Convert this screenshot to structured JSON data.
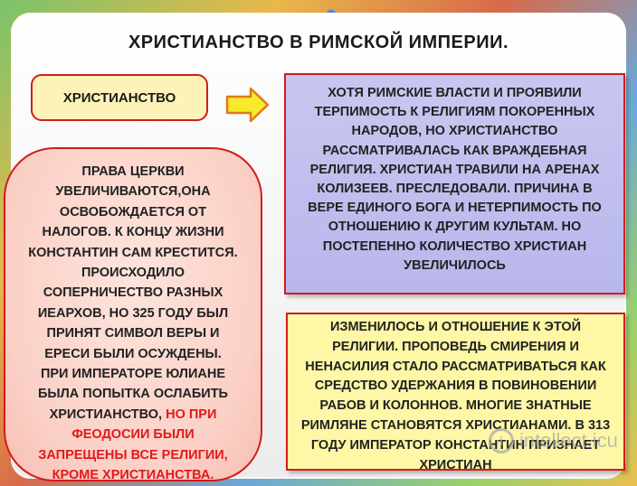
{
  "title": "ХРИСТИАНСТВО В РИМСКОЙ ИМПЕРИИ.",
  "label": "ХРИСТИАНСТВО",
  "blue_box": {
    "lines": [
      "ХОТЯ  РИМСКИЕ ВЛАСТИ И ПРОЯВИЛИ",
      "ТЕРПИМОСТЬ К РЕЛИГИЯМ ПОКОРЕННЫХ",
      "НАРОДОВ,  НО ХРИСТИАНСТВО",
      "РАССМАТРИВАЛАСЬ КАК ВРАЖДЕБНАЯ",
      "РЕЛИГИЯ. ХРИСТИАН ТРАВИЛИ  НА АРЕНАХ",
      "КОЛИЗЕЕВ. ПРЕСЛЕДОВАЛИ. ПРИЧИНА В",
      "ВЕРЕ ЕДИНОГО БОГА И НЕТЕРПИМОСТЬ ПО",
      "ОТНОШЕНИЮ К ДРУГИМ  КУЛЬТАМ. НО",
      "ПОСТЕПЕННО КОЛИЧЕСТВО ХРИСТИАН",
      "УВЕЛИЧИЛОСЬ"
    ]
  },
  "pink_box": {
    "lines": [
      "ПРАВА ЦЕРКВИ",
      "УВЕЛИЧИВАЮТСЯ,ОНА",
      "ОСВОБОЖДАЕТСЯ ОТ",
      "НАЛОГОВ. К КОНЦУ ЖИЗНИ",
      "КОНСТАНТИН САМ КРЕСТИТСЯ.",
      "ПРОИСХОДИЛО",
      "СОПЕРНИЧЕСТВО РАЗНЫХ",
      "ИЕАРХОВ, НО 325 ГОДУ  БЫЛ",
      "ПРИНЯТ СИМВОЛ ВЕРЫ И",
      "ЕРЕСИ  БЫЛИ ОСУЖДЕНЫ.",
      "ПРИ ИМПЕРАТОРЕ ЮЛИАНЕ",
      "БЫЛА ПОПЫТКА  ОСЛАБИТЬ"
    ],
    "line_mixed_black": "ХРИСТИАНСТВО, ",
    "line_mixed_red": "НО ПРИ",
    "red_lines": [
      "ФЕОДОСИИ БЫЛИ",
      "ЗАПРЕЩЕНЫ ВСЕ РЕЛИГИИ,",
      "КРОМЕ ХРИСТИАНСТВА."
    ]
  },
  "yellow_box": {
    "lines": [
      "ИЗМЕНИЛОСЬ И  ОТНОШЕНИЕ  К ЭТОЙ",
      "РЕЛИГИИ. ПРОПОВЕДЬ СМИРЕНИЯ   И",
      "НЕНАСИЛИЯ СТАЛО РАССМАТРИВАТЬСЯ КАК",
      "СРЕДСТВО УДЕРЖАНИЯ  В ПОВИНОВЕНИИ",
      "РАБОВ И КОЛОННОВ.  МНОГИЕ ЗНАТНЫЕ",
      "РИМЛЯНЕ СТАНОВЯТСЯ ХРИСТИАНАМИ. В 313",
      "ГОДУ  ИМПЕРАТОР КОНСТАНТИН  ПРИЗНАЕТ",
      "ХРИСТИАН"
    ]
  },
  "watermark": {
    "text": "intellect.icu",
    "icon_glyph": "i"
  },
  "colors": {
    "border_red": "#d31c1c",
    "highlight_red": "#e01a1a",
    "arrow_fill": "#f6ea2a",
    "arrow_stroke": "#e07a1a",
    "blue_bg": "#c1bfee",
    "pink_bg": "#fbd0c6",
    "yellow_bg": "#fdf7a6"
  }
}
